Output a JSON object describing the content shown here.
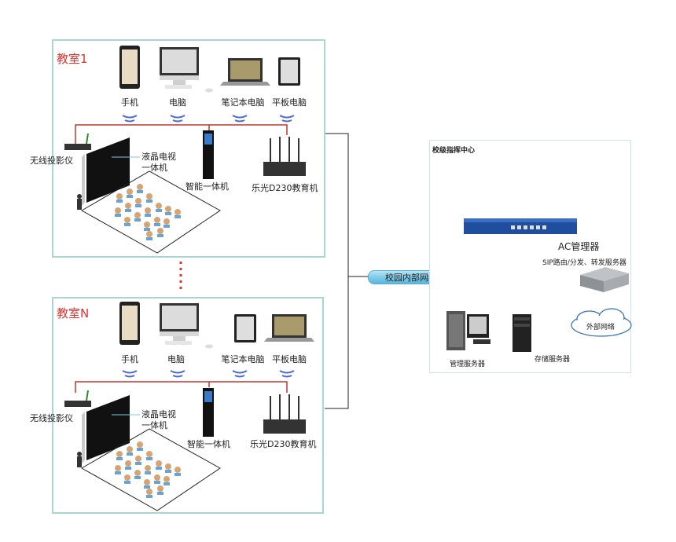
{
  "rooms": [
    {
      "title": "教室1",
      "devices": {
        "phone": "手机",
        "pc": "电脑",
        "laptop": "笔记本电脑",
        "tablet": "平板电脑"
      },
      "projector": "无线投影仪",
      "tv_line1": "液晶电视",
      "tv_line2": "一体机",
      "kiosk": "智能一体机",
      "router": "乐光D230教育机"
    },
    {
      "title": "教室N",
      "devices": {
        "phone": "手机",
        "pc": "电脑",
        "laptop": "笔记本电脑",
        "tablet": "平板电脑"
      },
      "projector": "无线投影仪",
      "tv_line1": "液晶电视",
      "tv_line2": "一体机",
      "kiosk": "智能一体机",
      "router": "乐光D230教育机"
    }
  ],
  "network": {
    "label": "校园内部网络"
  },
  "command_center": {
    "title": "校级指挥中心",
    "ac_manager": "AC管理器",
    "sip_server": "SIP路由/分发、转发服务器",
    "external": "外部网络",
    "mgmt_server": "管理服务器",
    "storage_server": "存储服务器"
  },
  "colors": {
    "room_border": "#a9d6d3",
    "room_title": "#e0332f",
    "link_line": "#c0392b",
    "bus": "#7cc8e8"
  }
}
